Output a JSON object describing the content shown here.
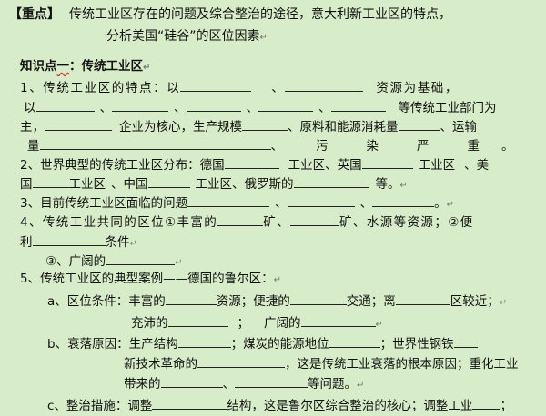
{
  "focus": {
    "label": "【重点】",
    "line1": "传统工业区存在的问题及综合整治的途径，意大利新工业区的特点，",
    "line2": "分析美国“硅谷”的区位因素"
  },
  "kp1": {
    "head_a": "知识点",
    "head_b": "一",
    "head_c": "：传统工业区"
  },
  "t1": {
    "a": "1、传统工业区的特点：以",
    "sep1": "、",
    "b": "资源为基础，",
    "c": "以",
    "c2": "、",
    "c3": "、",
    "c4": "、",
    "c5": "、",
    "c6": "等传统工业部门为",
    "d": "主，",
    "d2": "企业为核心，生产规模",
    "d3": "、原料和能源消耗量",
    "d4": "、运输",
    "e": "量",
    "e2": "、",
    "e3": "污",
    "e4": "染",
    "e5": "严",
    "e6": "重",
    "e7": "。"
  },
  "t2": {
    "a": "2、世界典型的传统工业区分布：德国",
    "a2": "工业区、英国",
    "a3": "工业区",
    "a4": "、美",
    "b": "国",
    "b2": "工业区",
    "b3": "、中国",
    "b4": "工业区、俄罗斯的",
    "b5": "等。"
  },
  "t3": {
    "a": "3、目前传统工业区面临的问题",
    "a2": "、",
    "a3": "、",
    "a4": "。"
  },
  "t4": {
    "a": "4、传统工业共同的区位①丰富的",
    "a2": "矿、",
    "a3": "矿、水源等资源；②便",
    "b": "利",
    "b2": "条件",
    "c": "③、广阔的"
  },
  "t5": {
    "head": "5、传统工业区的典型案例——德国的鲁尔区：",
    "a": "a、区位条件：丰富的",
    "a2": "资源；便捷的",
    "a3": "交通；离",
    "a4": "区较近；",
    "a5": "充沛的",
    "a6": "；",
    "a7": "广阔的",
    "b": "b、衰落原因：生产结构",
    "b2": "；煤炭的能源地位",
    "b3": "；世界性钢铁",
    "b4": "新技术革命的",
    "b5": "，这是传统工业衰落的根本原因；重化工业",
    "b6": "带来的",
    "b7": "、",
    "b8": "等问题。",
    "c": "c、整治措施：调整",
    "c2": "结构，这是鲁尔区综合整治的核心；调整工业",
    "c3": "；"
  },
  "return_mark": "↵"
}
